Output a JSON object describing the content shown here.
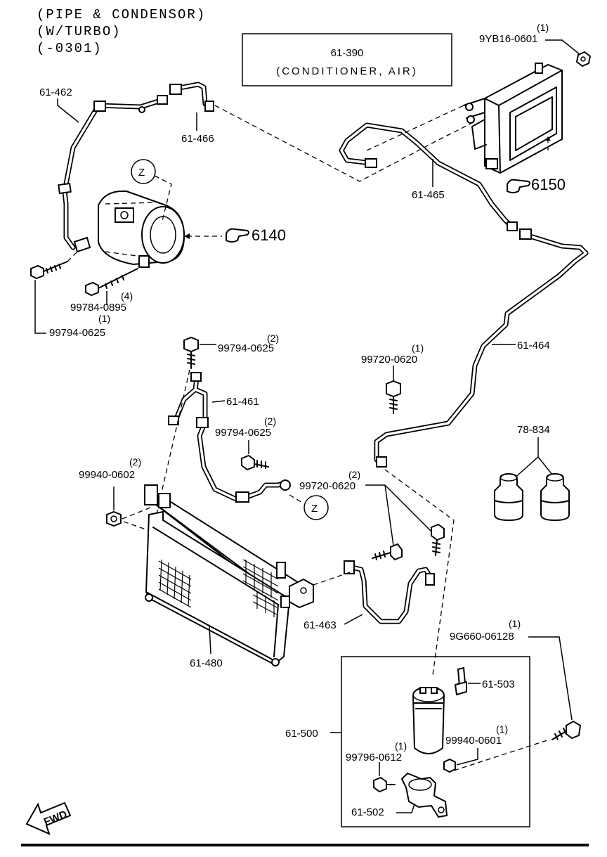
{
  "header": {
    "line1": "(PIPE & CONDENSOR)",
    "line2": "(W/TURBO)",
    "line3": "(-0301)"
  },
  "conditioner_box": {
    "part": "61-390",
    "name": "(CONDITIONER, AIR)"
  },
  "zone_marker": "Z",
  "references": {
    "compressor": "6140",
    "evaporator": "6150"
  },
  "labels": {
    "p61_462": "61-462",
    "p61_466": "61-466",
    "p61_465": "61-465",
    "p9yb16_0601": "9YB16-0601",
    "p9yb16_0601_qty": "(1)",
    "p99784_0895": "99784-0895",
    "p99784_0895_qty": "(4)",
    "p99794_0625_a": "99794-0625",
    "p99794_0625_a_qty": "(1)",
    "p99794_0625_b": "99794-0625",
    "p99794_0625_b_qty": "(2)",
    "p61_461": "61-461",
    "p99794_0625_c": "99794-0625",
    "p99794_0625_c_qty": "(2)",
    "p99940_0602": "99940-0602",
    "p99940_0602_qty": "(2)",
    "p99720_0620_a": "99720-0620",
    "p99720_0620_a_qty": "(1)",
    "p99720_0620_b": "99720-0620",
    "p99720_0620_b_qty": "(2)",
    "p61_464": "61-464",
    "p78_834": "78-834",
    "p61_463": "61-463",
    "p61_480": "61-480",
    "p9g660_06128": "9G660-06128",
    "p9g660_06128_qty": "(1)",
    "p61_503": "61-503",
    "p61_500": "61-500",
    "p99940_0601": "99940-0601",
    "p99940_0601_qty": "(1)",
    "p99796_0612": "99796-0612",
    "p99796_0612_qty": "(1)",
    "p61_502": "61-502"
  },
  "fwd_label": "FWD",
  "icons": {
    "ref_hand": "pointing-hand-icon",
    "fwd_arrow": "forward-arrow-icon"
  }
}
